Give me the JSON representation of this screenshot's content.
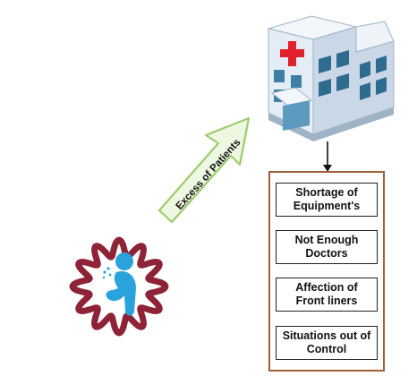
{
  "arrow": {
    "label": "Excess of Patients"
  },
  "hospital": {
    "icon": "hospital-icon"
  },
  "virus": {
    "icon": "virus-coughing-person-icon"
  },
  "problems": {
    "items": [
      {
        "line1": "Shortage of",
        "line2": "Equipment's"
      },
      {
        "line1": "Not Enough",
        "line2": "Doctors"
      },
      {
        "line1": "Affection of",
        "line2": "Front liners"
      },
      {
        "line1": "Situations out of",
        "line2": "Control"
      }
    ]
  },
  "colors": {
    "virus": "#8e2236",
    "person": "#2aa3dc",
    "arrow_fill": "#eef7e1",
    "arrow_stroke": "#9ccc6e",
    "box_border": "#a0603a",
    "hospital_wall": "#e4ecf5",
    "hospital_glass": "#3e7fa6",
    "cross": "#e0202a"
  }
}
